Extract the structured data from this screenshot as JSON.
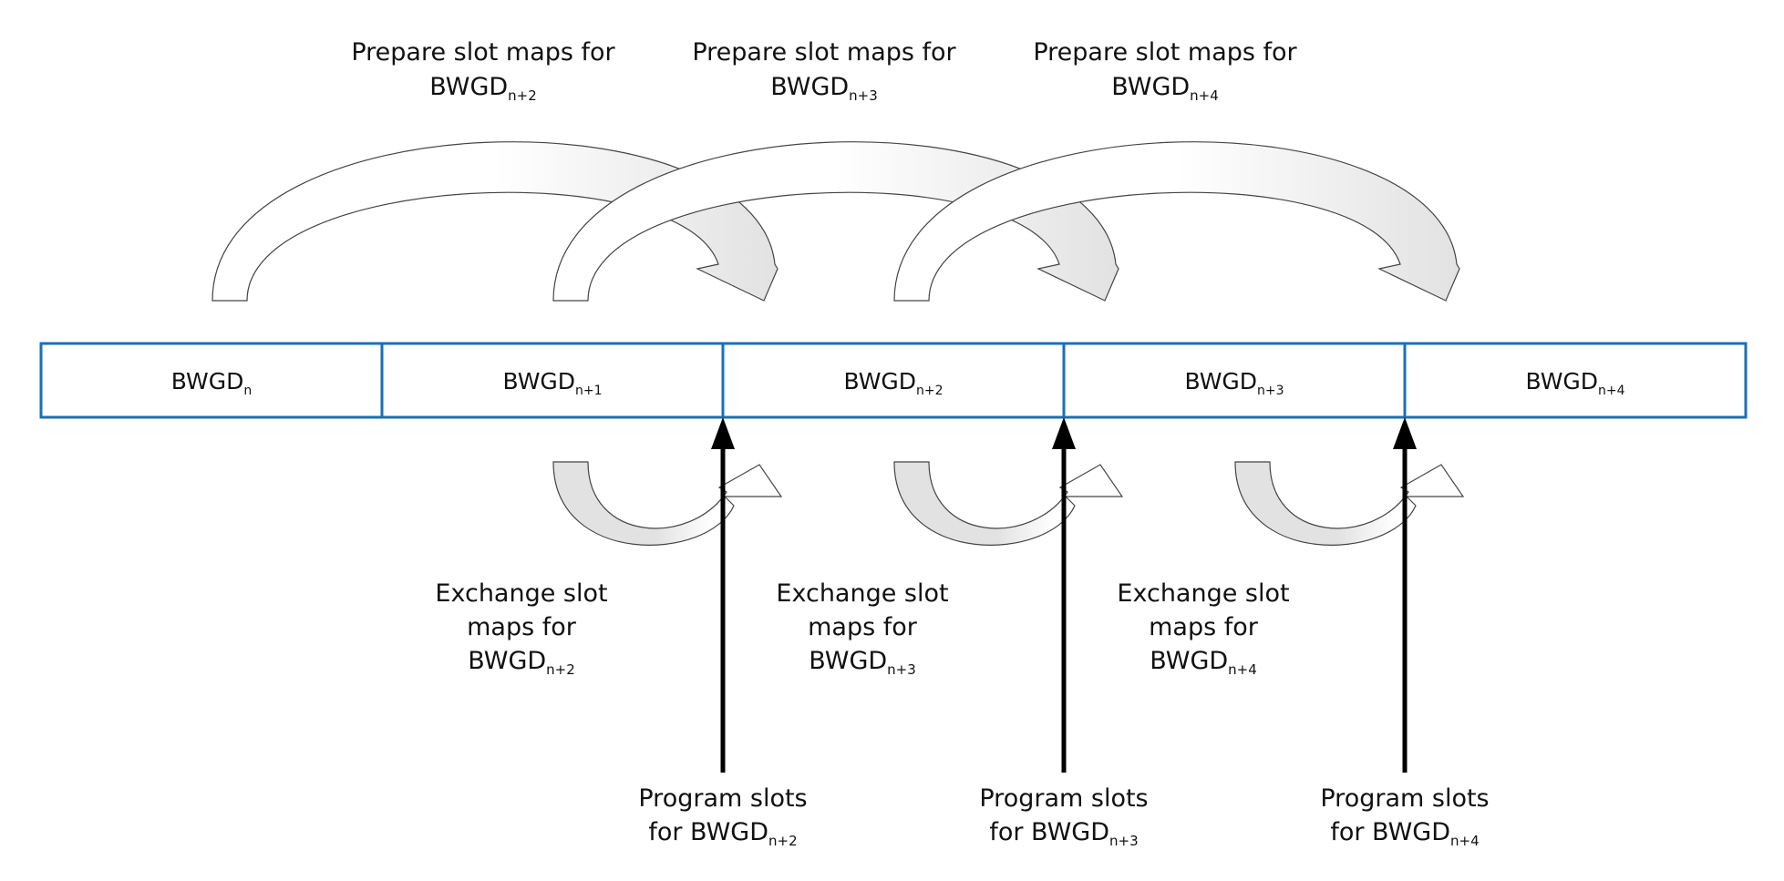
{
  "timeline": {
    "cells": [
      {
        "name": "BWGD",
        "sub": "n"
      },
      {
        "name": "BWGD",
        "sub": "n+1"
      },
      {
        "name": "BWGD",
        "sub": "n+2"
      },
      {
        "name": "BWGD",
        "sub": "n+3"
      },
      {
        "name": "BWGD",
        "sub": "n+4"
      }
    ]
  },
  "prepare": [
    {
      "line1": "Prepare slot maps for",
      "name": "BWGD",
      "sub": "n+2"
    },
    {
      "line1": "Prepare slot maps for",
      "name": "BWGD",
      "sub": "n+3"
    },
    {
      "line1": "Prepare slot maps for",
      "name": "BWGD",
      "sub": "n+4"
    }
  ],
  "exchange": [
    {
      "line1": "Exchange slot",
      "line2": "maps for",
      "name": "BWGD",
      "sub": "n+2"
    },
    {
      "line1": "Exchange slot",
      "line2": "maps for",
      "name": "BWGD",
      "sub": "n+3"
    },
    {
      "line1": "Exchange slot",
      "line2": "maps for",
      "name": "BWGD",
      "sub": "n+4"
    }
  ],
  "program": [
    {
      "line1": "Program slots",
      "prefix": "for ",
      "name": "BWGD",
      "sub": "n+2"
    },
    {
      "line1": "Program slots",
      "prefix": "for ",
      "name": "BWGD",
      "sub": "n+3"
    },
    {
      "line1": "Program slots",
      "prefix": "for ",
      "name": "BWGD",
      "sub": "n+4"
    }
  ],
  "colors": {
    "timeline_border": "#1a6fb8",
    "arrow_fill_light": "#e2e2e2",
    "arrow_fill_white": "#ffffff",
    "arrow_stroke": "#444444",
    "program_arrow": "#000000"
  }
}
